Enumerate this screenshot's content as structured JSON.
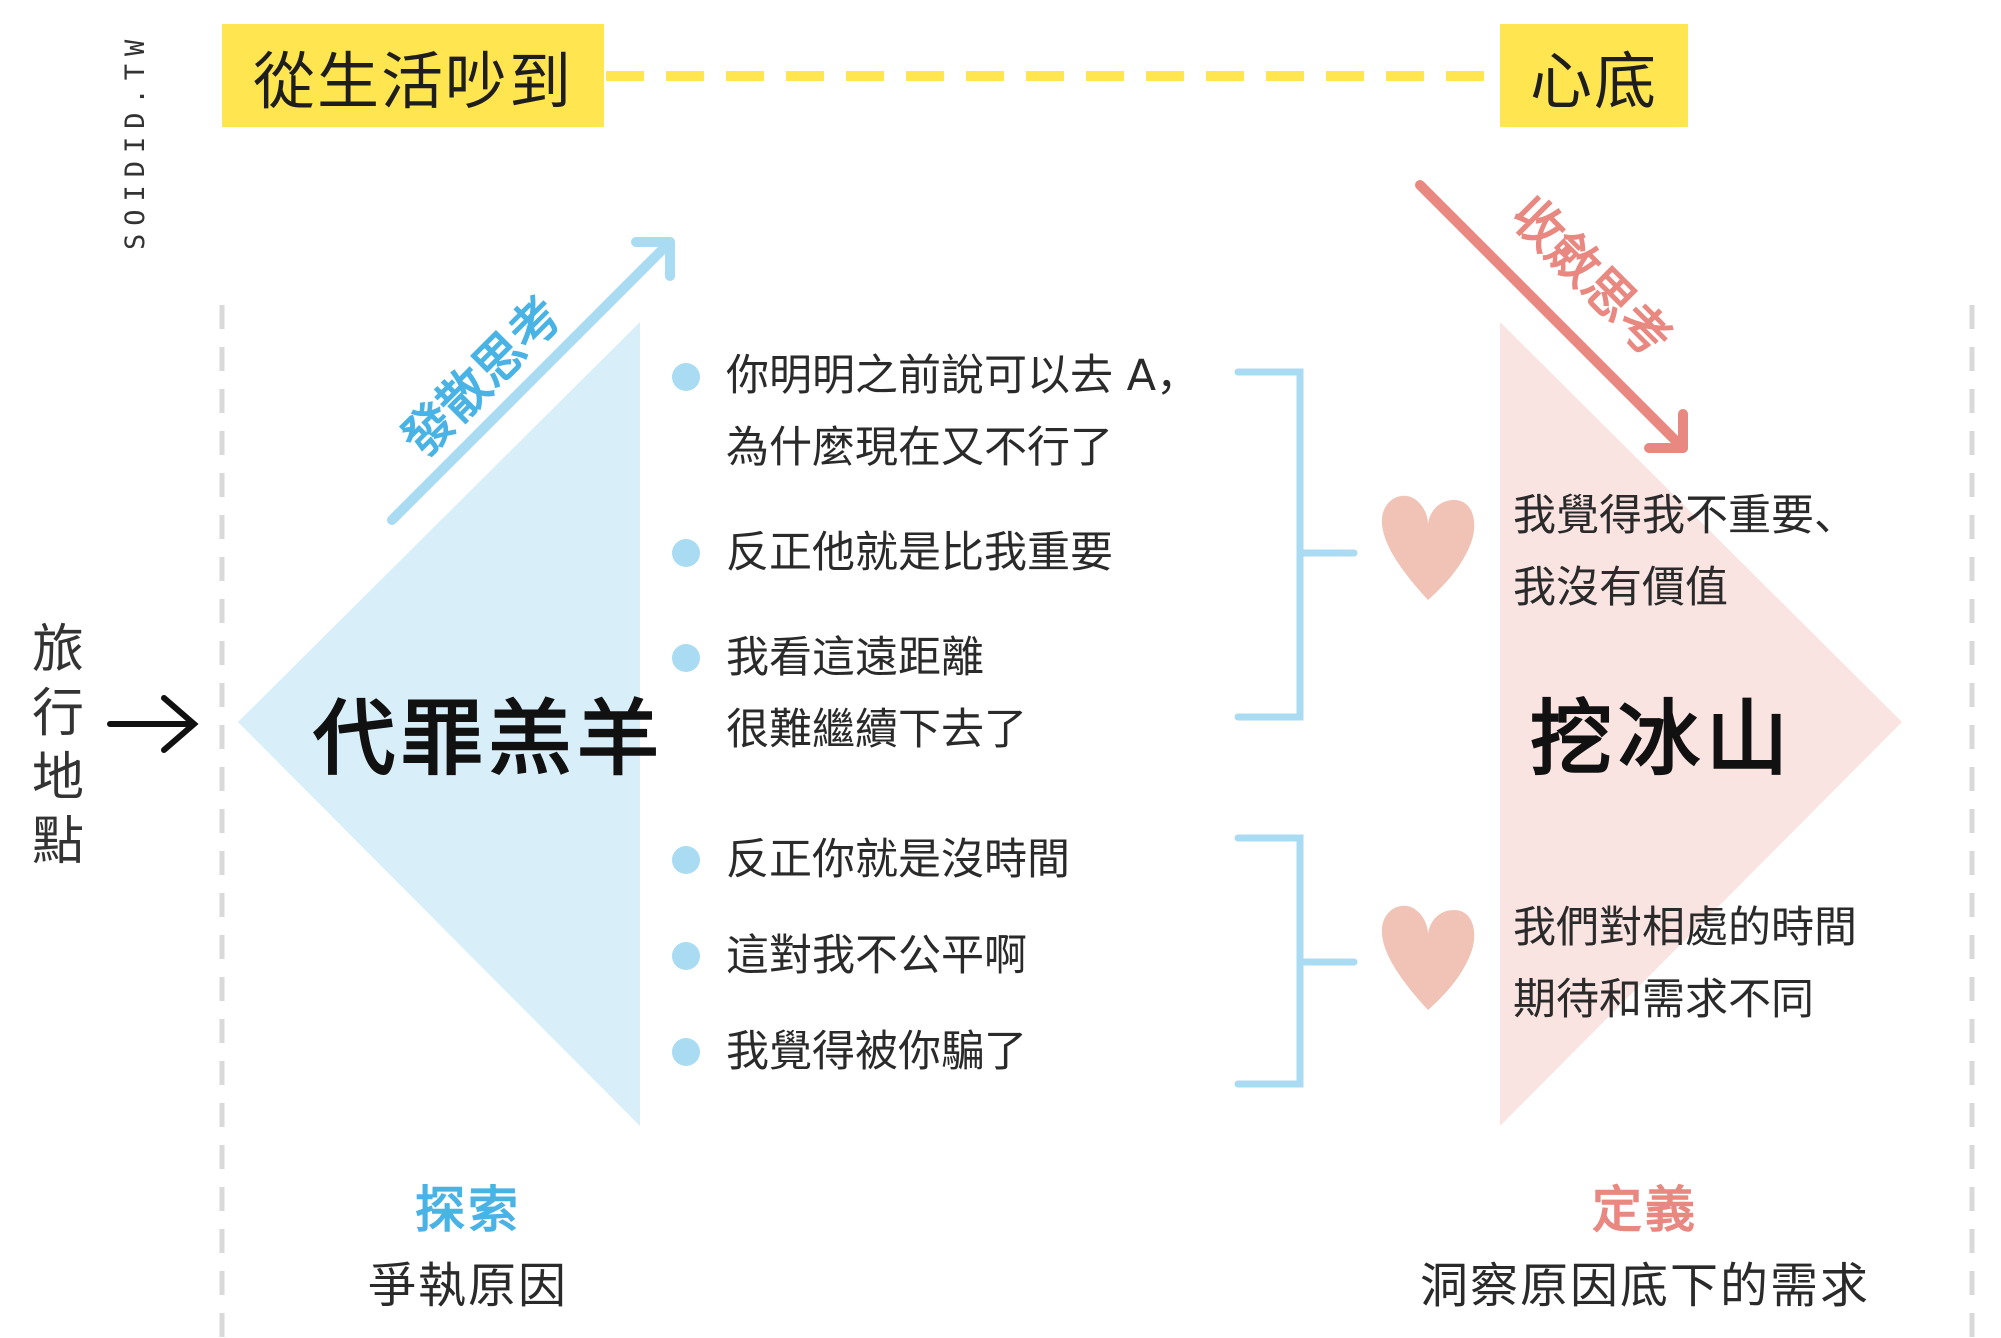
{
  "header": {
    "left_tag": "從生活吵到",
    "right_tag": "心底"
  },
  "brand": "SOIDID.TW",
  "side_label": "旅行地點",
  "colors": {
    "yellow": "#FFE550",
    "blue": "#A9DBF2",
    "blue_fill": "#D8EEF9",
    "blue_text": "#49B3E6",
    "pink": "#E88880",
    "pink_fill": "#FAE4E2",
    "heart": "#F0C3B6"
  },
  "left_section": {
    "arrow_label": "發散思考",
    "title": "代罪羔羊",
    "footer_heading": "探索",
    "footer_text": "爭執原因"
  },
  "right_section": {
    "arrow_label": "收斂思考",
    "title": "挖冰山",
    "footer_heading": "定義",
    "footer_text": "洞察原因底下的需求"
  },
  "group1": {
    "bullets": [
      {
        "lines": [
          "你明明之前說可以去 A，",
          "為什麼現在又不行了"
        ]
      },
      {
        "lines": [
          "反正他就是比我重要"
        ]
      },
      {
        "lines": [
          "我看這遠距離",
          "很難繼續下去了"
        ]
      }
    ],
    "insight_lines": [
      "我覺得我不重要、",
      "我沒有價值"
    ]
  },
  "group2": {
    "bullets": [
      {
        "lines": [
          "反正你就是沒時間"
        ]
      },
      {
        "lines": [
          "這對我不公平啊"
        ]
      },
      {
        "lines": [
          "我覺得被你騙了"
        ]
      }
    ],
    "insight_lines": [
      "我們對相處的時間",
      "期待和需求不同"
    ]
  }
}
